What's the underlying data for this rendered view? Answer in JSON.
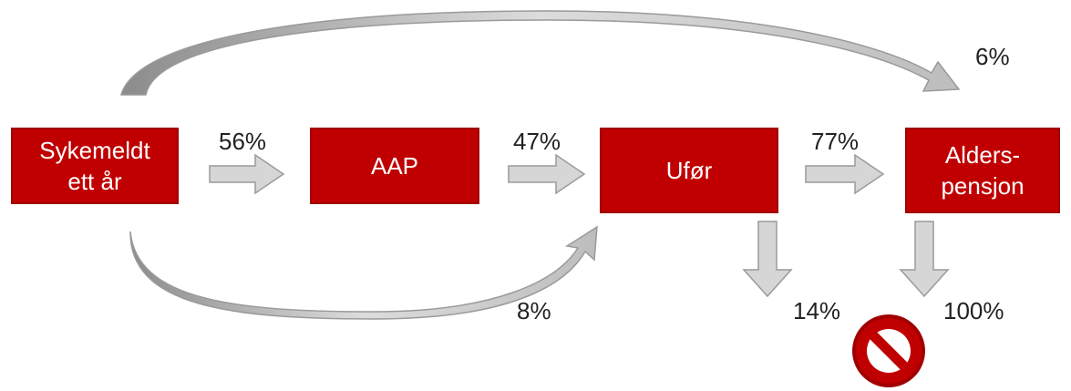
{
  "colors": {
    "box": "#c00000",
    "arrow_fill": "#d6d6d6",
    "arrow_stroke": "#9a9a9a",
    "prohibit": "#c00000"
  },
  "nodes": [
    {
      "id": "sykemeldt",
      "lines": [
        "Sykemeldt",
        "ett år"
      ]
    },
    {
      "id": "aap",
      "lines": [
        "AAP"
      ]
    },
    {
      "id": "ufor",
      "lines": [
        "Ufør"
      ]
    },
    {
      "id": "alderspensjon",
      "lines": [
        "Alders-",
        "pensjon"
      ]
    }
  ],
  "flows": {
    "sykemeldt_to_aap": "56%",
    "aap_to_ufor": "47%",
    "ufor_to_alderspensjon": "77%",
    "sykemeldt_to_alderspensjon": "6%",
    "sykemeldt_to_ufor": "8%",
    "ufor_down": "14%",
    "alderspensjon_down": "100%"
  },
  "icons": {
    "end_marker": "prohibited-icon"
  }
}
